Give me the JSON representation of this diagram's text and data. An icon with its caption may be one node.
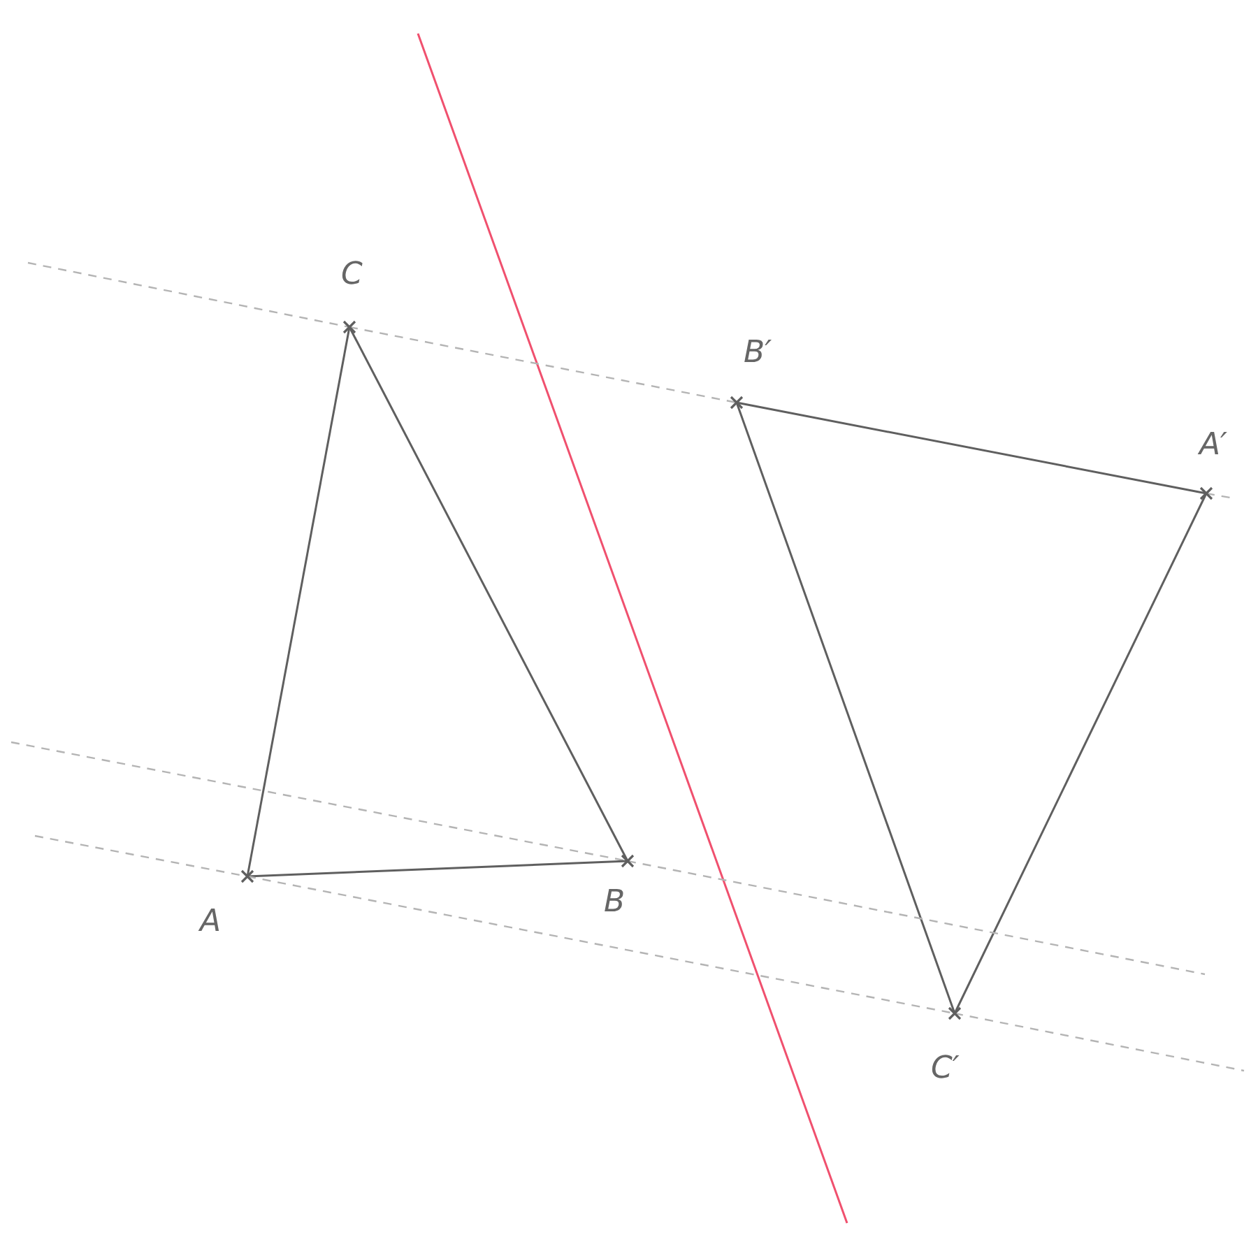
{
  "diagram": {
    "nodes": [
      {
        "text": [
          "A"
        ]
      },
      {
        "text": [
          "B"
        ]
      },
      {
        "text": [
          "C"
        ]
      },
      {
        "text": [
          "A′"
        ]
      },
      {
        "text": [
          "B′"
        ]
      },
      {
        "text": [
          "C′"
        ]
      }
    ],
    "edges": [
      {
        "from": 0,
        "to": 1,
        "arrow": "none"
      },
      {
        "from": 1,
        "to": 2,
        "arrow": "none"
      },
      {
        "from": 2,
        "to": 0,
        "arrow": "none"
      },
      {
        "from": 4,
        "to": 3,
        "arrow": "none"
      },
      {
        "from": 4,
        "to": 5,
        "arrow": "none"
      },
      {
        "from": 5,
        "to": 3,
        "arrow": "none"
      },
      {
        "from": 2,
        "to": 4,
        "arrow": "none",
        "style": "dashed",
        "color": "#b4b4b4"
      },
      {
        "from": 0,
        "to": 5,
        "arrow": "none",
        "style": "dashed",
        "color": "#b4b4b4"
      },
      {
        "from": 1,
        "to": null,
        "arrow": "none",
        "style": "dashed",
        "color": "#b4b4b4"
      }
    ]
  }
}
